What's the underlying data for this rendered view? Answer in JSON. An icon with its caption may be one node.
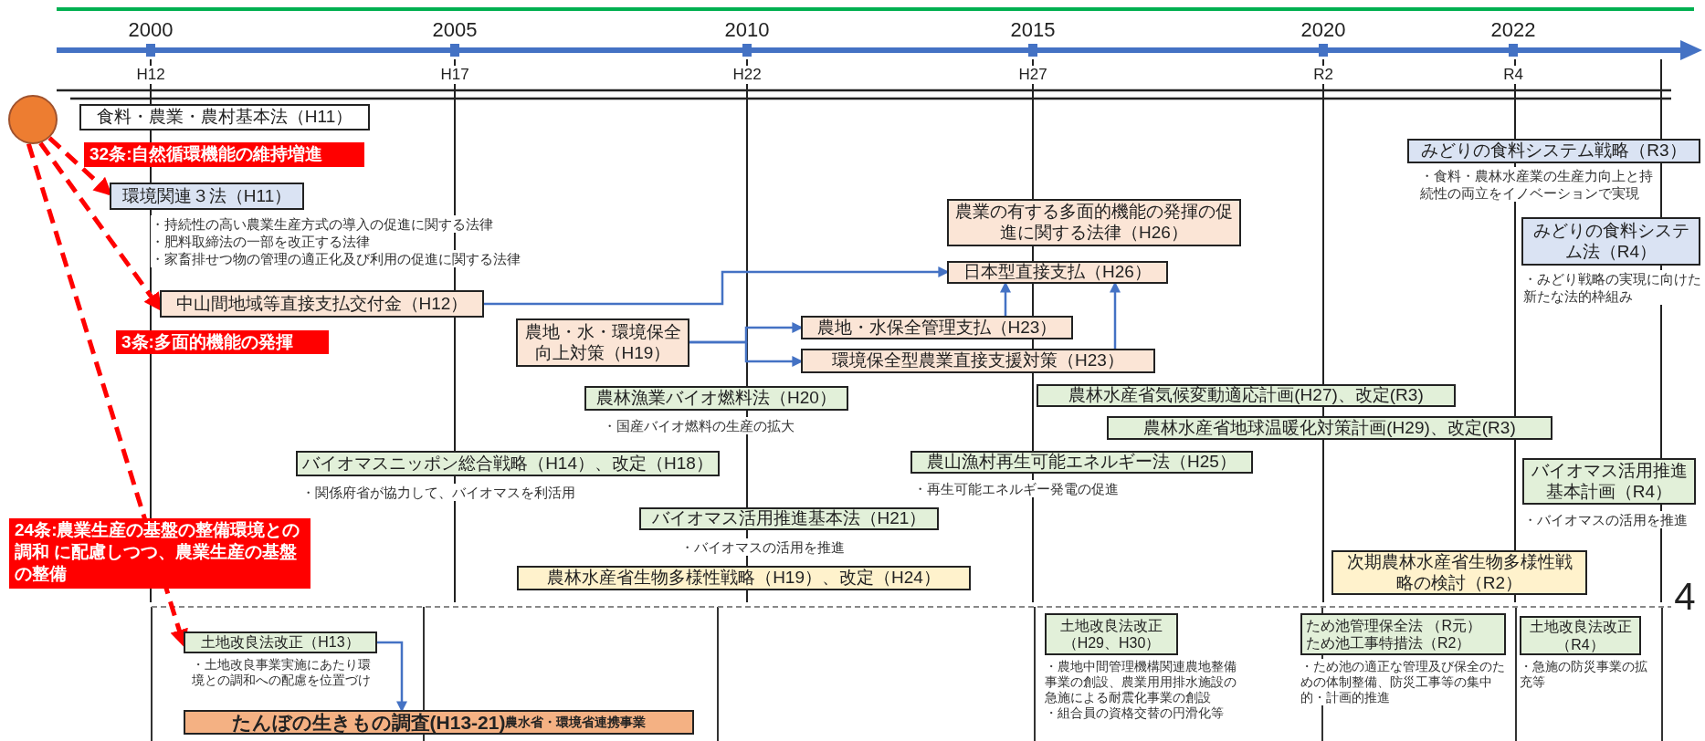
{
  "diagram": {
    "nodes": [
      {
        "text": [],
        "shape": "circle"
      },
      {
        "text": [
          "食料・農業・農村基本法（H11）"
        ]
      },
      {
        "text": [
          "環境関連３法（H11）"
        ],
        "beside": [
          "・持続性の高い農業生産方式の導入の促進に関する法律",
          "・肥料取締法の一部を改正する法律",
          "・家畜排せつ物の管理の適正化及び利用の促進に関する法律"
        ]
      },
      {
        "text": [
          "中山間地域等直接支払交付金（H12）"
        ]
      },
      {
        "text": [
          "農地・水・環境保全向上対策（H19）"
        ]
      },
      {
        "text": [
          "農地・水保全管理支払（H23）"
        ]
      },
      {
        "text": [
          "環境保全型農業直接支援対策（H23）"
        ]
      },
      {
        "text": [
          "農業の有する多面的機能の発揮の促進に関する法律（H26）"
        ]
      },
      {
        "text": [
          "日本型直接支払（H26）"
        ]
      },
      {
        "text": [
          "農林漁業バイオ燃料法（H20）"
        ],
        "beside": [
          "・国産バイオ燃料の生産の拡大"
        ]
      },
      {
        "text": [
          "農林水産省気候変動適応計画(H27)、改定(R3)"
        ]
      },
      {
        "text": [
          "農林水産省地球温暖化対策計画(H29)、改定(R3)"
        ]
      },
      {
        "text": [
          "バイオマスニッポン総合戦略（H14）、改定（H18）"
        ],
        "beside": [
          "・関係府省が協力して、バイオマスを利活用"
        ]
      },
      {
        "text": [
          "農山漁村再生可能エネルギー法（H25）"
        ],
        "beside": [
          "・再生可能エネルギー発電の促進"
        ]
      },
      {
        "text": [
          "バイオマス活用推進基本計画（R4）"
        ],
        "beside": [
          "・バイオマスの活用を推進"
        ]
      },
      {
        "text": [
          "バイオマス活用推進基本法（H21）"
        ],
        "beside": [
          "・バイオマスの活用を推進"
        ]
      },
      {
        "text": [
          "農林水産省生物多様性戦略（H19）、改定（H24）"
        ]
      },
      {
        "text": [
          "次期農林水産省生物多様性戦略の検討（R2）"
        ]
      },
      {
        "text": [
          "みどりの食料システム戦略（R3）"
        ],
        "beside": [
          "・食料・農林水産業の生産力向上と持続性の両立をイノベーションで実現"
        ]
      },
      {
        "text": [
          "みどりの食料システム法（R4）"
        ],
        "beside": [
          "・みどり戦略の実現に向けた新たな法的枠組み"
        ]
      },
      {
        "text": [
          "土地改良法改正（H13）"
        ],
        "beside": [
          "・土地改良事業実施にあたり環境との調和への配慮を位置づけ"
        ]
      },
      {
        "text": [
          "たんぼの生きもの調査(H13-21)",
          "農水省・環境省連携事業"
        ]
      },
      {
        "text": [
          "土地改良法改正（H29、H30）"
        ],
        "beside": [
          "・農地中間管理機構関連農地整備事業の創設、農業用用排水施設の急施による耐震化事業の創設",
          "・組合員の資格交替の円滑化等"
        ]
      },
      {
        "text": [
          "ため池管理保全法 （R元）",
          "ため池工事特措法（R2）"
        ],
        "beside": [
          "・ため池の適正な管理及び保全のための体制整備、防災工事等の集中的・計画的推進"
        ]
      },
      {
        "text": [
          "土地改良法改正（R4）"
        ],
        "beside": [
          "・急施の防災事業の拡充等"
        ]
      }
    ],
    "edges": [
      {
        "from": 0,
        "to": 2,
        "arrow": "to",
        "label": "32条:自然循環機能の維持増進",
        "style": "dashed",
        "color": "#ff0000"
      },
      {
        "from": 0,
        "to": 3,
        "arrow": "to",
        "label": "3条:多面的機能の発揮",
        "style": "dashed",
        "color": "#ff0000"
      },
      {
        "from": 0,
        "to": 20,
        "arrow": "to",
        "label": "24条:農業生産の基盤の整備環境との調和 に配慮しつつ、農業生産の基盤の整備",
        "style": "dashed",
        "color": "#ff0000"
      },
      {
        "from": 3,
        "to": 8,
        "arrow": "to"
      },
      {
        "from": 4,
        "to": 5,
        "arrow": "to"
      },
      {
        "from": 4,
        "to": 6,
        "arrow": "to"
      },
      {
        "from": 5,
        "to": 8,
        "arrow": "to"
      },
      {
        "from": 6,
        "to": 8,
        "arrow": "to"
      },
      {
        "from": 20,
        "to": 21,
        "arrow": "to"
      }
    ],
    "labels": [
      "2000",
      "2005",
      "2010",
      "2015",
      "2020",
      "2022",
      "H12",
      "H17",
      "H22",
      "H27",
      "R2",
      "R4",
      "4"
    ]
  }
}
